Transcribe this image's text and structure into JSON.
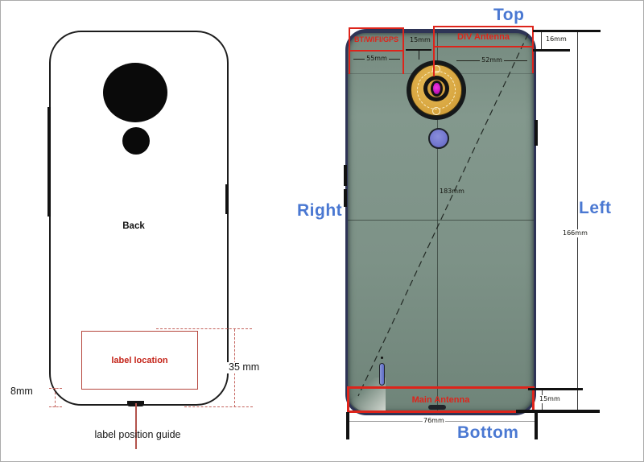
{
  "colors": {
    "annotation-red": "#dd241b",
    "label-red": "#c42318",
    "guide-red": "#c4625c",
    "blue-label": "#4a78d2",
    "phone-navy": "#2e3456",
    "camera-gold": "#d8a640",
    "camera-magenta": "#c816be",
    "fingerprint-blue": "#7478cf"
  },
  "left_diagram": {
    "back_label": "Back",
    "label_location_text": "label location",
    "label_position_guide_text": "label position guide",
    "height_dim": "35 mm",
    "offset_dim": "8mm"
  },
  "right_diagram": {
    "orientation": {
      "top": "Top",
      "right": "Right",
      "left": "Left",
      "bottom": "Bottom"
    },
    "antenna_labels": {
      "bt_wifi_gps": "BT/WIFI/GPS",
      "div": "DIV Antenna",
      "main": "Main Antenna"
    },
    "dims": {
      "antenna_gap": "15mm",
      "bt_width": "55mm",
      "div_width": "52mm",
      "top_antenna_height": "16mm",
      "diagonal": "183mm",
      "body_height": "166mm",
      "main_antenna_height": "15mm",
      "body_width": "76mm"
    }
  }
}
